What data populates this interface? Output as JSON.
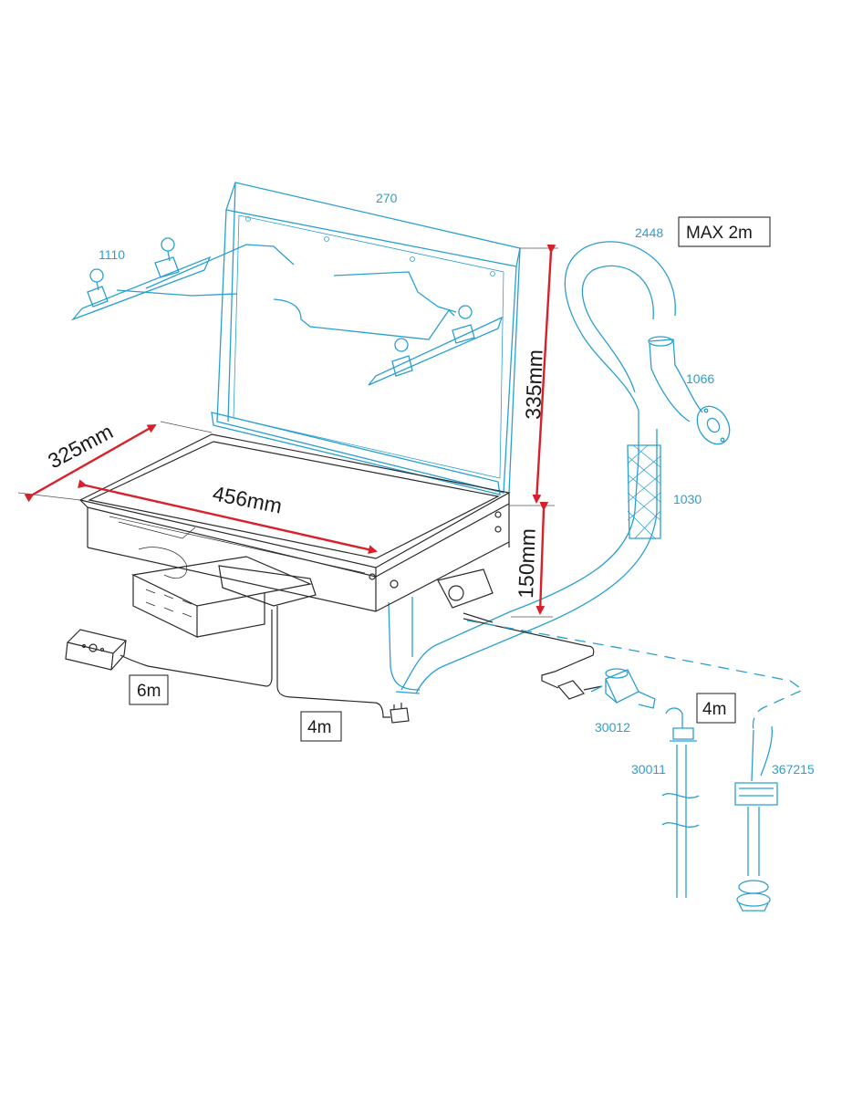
{
  "colors": {
    "blue": "#2a9fd0",
    "dimension_red": "#d8202a",
    "outline": "#2b2b2b"
  },
  "part_numbers": {
    "frame": "270",
    "brackets": "1110",
    "hose_max": "2448",
    "outlet_flange": "1066",
    "hose_sleeve": "1030",
    "solenoid_valve": "30012",
    "suction_pipe": "30011",
    "canister_adapter": "367215"
  },
  "boxed_labels": {
    "max_length": "MAX 2m",
    "control_cable": "6m",
    "power_cable": "4m",
    "water_line": "4m"
  },
  "dimensions": {
    "depth": "325mm",
    "width": "456mm",
    "height_upper": "335mm",
    "height_lower": "150mm"
  },
  "icons": {
    "control_panel": "control-panel-icon",
    "fuse": "fuse-icon",
    "solenoid": "solenoid-valve-icon",
    "filter": "inline-filter-icon"
  }
}
